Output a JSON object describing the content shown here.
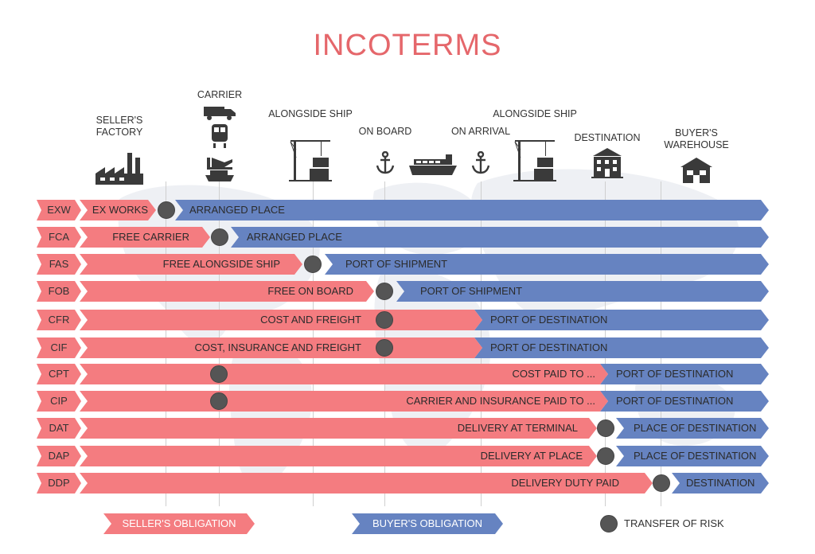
{
  "title": "INCOTERMS",
  "colors": {
    "seller": "#f47c80",
    "buyer": "#6683c1",
    "risk": "#555555",
    "title": "#e5676b"
  },
  "columns": [
    {
      "label": "SELLER'S FACTORY",
      "icon": "factory-icon"
    },
    {
      "label": "CARRIER",
      "icon": "carrier-transport-icon"
    },
    {
      "label": "ALONGSIDE SHIP",
      "icon": "crane-icon"
    },
    {
      "label": "ON BOARD",
      "icon": "anchor-icon"
    },
    {
      "label": "",
      "icon": "ship-icon"
    },
    {
      "label": "ON ARRIVAL",
      "icon": "anchor-icon"
    },
    {
      "label": "ALONGSIDE SHIP",
      "icon": "crane-icon"
    },
    {
      "label": "DESTINATION",
      "icon": "building-icon"
    },
    {
      "label": "BUYER'S WAREHOUSE",
      "icon": "warehouse-icon"
    }
  ],
  "rows": [
    {
      "code": "EXW",
      "seller_label": "EX WORKS",
      "buyer_label": "ARRANGED PLACE"
    },
    {
      "code": "FCA",
      "seller_label": "FREE CARRIER",
      "buyer_label": "ARRANGED PLACE"
    },
    {
      "code": "FAS",
      "seller_label": "FREE ALONGSIDE SHIP",
      "buyer_label": "PORT OF SHIPMENT"
    },
    {
      "code": "FOB",
      "seller_label": "FREE ON BOARD",
      "buyer_label": "PORT OF SHIPMENT"
    },
    {
      "code": "CFR",
      "seller_label": "COST AND FREIGHT",
      "buyer_label": "PORT OF DESTINATION"
    },
    {
      "code": "CIF",
      "seller_label": "COST, INSURANCE AND FREIGHT",
      "buyer_label": "PORT OF DESTINATION"
    },
    {
      "code": "CPT",
      "seller_label": "COST PAID TO ...",
      "buyer_label": "PORT OF DESTINATION"
    },
    {
      "code": "CIP",
      "seller_label": "CARRIER AND INSURANCE PAID TO ...",
      "buyer_label": "PORT OF DESTINATION"
    },
    {
      "code": "DAT",
      "seller_label": "DELIVERY AT TERMINAL",
      "buyer_label": "PLACE OF DESTINATION"
    },
    {
      "code": "DAP",
      "seller_label": "DELIVERY AT PLACE",
      "buyer_label": "PLACE OF DESTINATION"
    },
    {
      "code": "DDP",
      "seller_label": "DELIVERY DUTY PAID",
      "buyer_label": "DESTINATION"
    }
  ],
  "legend": {
    "seller": "SELLER'S OBLIGATION",
    "buyer": "BUYER'S OBLIGATION",
    "risk": "TRANSFER OF RISK"
  }
}
